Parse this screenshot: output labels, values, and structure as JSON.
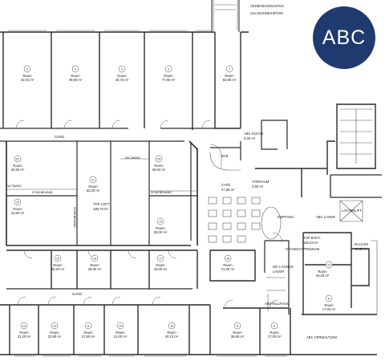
{
  "logo": {
    "text": "ABC",
    "color": "#1f3a6e"
  },
  "labels": {
    "bridge": "VERBINDUNGSSTEG",
    "bridge_sub": "zum BUSINESSPARK",
    "gang_top": "GANG",
    "gang_bottom": "GANG",
    "faltwand_left": "FALTWAND",
    "faltwand_top": "FALTWAND",
    "schiebewand_left": "SCHIEBEWAND",
    "schiebewand_right": "SCHIEBEWAND",
    "schiebewand_vertical": "SCHIEBEWAND",
    "top_loft": "TOP LOFT",
    "top_loft_area": "188,79 m²",
    "bar": "BAR",
    "cafe": "CAFÉ",
    "cafe_area": "27,89 m²",
    "vorraum": "VORRAUM",
    "vorraum_area": "3,90 m²",
    "abc_kueche": "ABC KÜCHE",
    "abc_kueche_area": "9,30 m²",
    "empfang": "EMPFANG",
    "top_bistar": "TOP BISTA",
    "top_bistar_area": "182,83 m²",
    "abc_lager": "ABC LAGER",
    "lastenlift": "LASTENLIFT",
    "grandiat": "GRANDIAT PREMIUM",
    "wc_lounge": "WC LOUNGE",
    "lager": "LAGER",
    "abstellraum": "ABSTELLRAUM",
    "balkon": "BALKON",
    "balkon_area": "12,60 m²",
    "verwaltung": "ABC VERWALTUNG",
    "room_word": "Raum"
  },
  "rooms_top": [
    {
      "num": "5",
      "area": "32,03 m²"
    },
    {
      "num": "4",
      "area": "49,60 m²"
    },
    {
      "num": "3",
      "area": "48,73 m²"
    },
    {
      "num": "2",
      "area": "77,80 m²"
    },
    {
      "num": "1",
      "area": "83,80 m²"
    }
  ],
  "rooms_mid": [
    {
      "num": "22",
      "area": "40,50 m²"
    },
    {
      "num": "21",
      "area": "62,00 m²"
    },
    {
      "num": "23",
      "area": "36,92 m²"
    },
    {
      "num": "20",
      "area": "32,80 m²"
    },
    {
      "num": "19",
      "area": "38,00 m²"
    }
  ],
  "rooms_row3": [
    {
      "num": "15",
      "area": "30,20 m²"
    },
    {
      "num": "16",
      "area": "28,30 m²"
    },
    {
      "num": "17",
      "area": "19,00 m²"
    },
    {
      "num": "18",
      "area": "21,30 m²"
    }
  ],
  "rooms_right": [
    {
      "num": "19",
      "area": "19,00 m²"
    },
    {
      "num": "8",
      "area": "17,00 m²"
    }
  ],
  "rooms_bottom": [
    {
      "num": "13",
      "area": "21,20 m²"
    },
    {
      "num": "12",
      "area": "22,80 m²"
    },
    {
      "num": "11",
      "area": "27,50 m²"
    },
    {
      "num": "10",
      "area": "21,00 m²"
    },
    {
      "num": "16",
      "area": "40,10 m²"
    },
    {
      "num": "8",
      "area": "36,80 m²"
    },
    {
      "num": "9",
      "area": "17,00 m²"
    }
  ]
}
